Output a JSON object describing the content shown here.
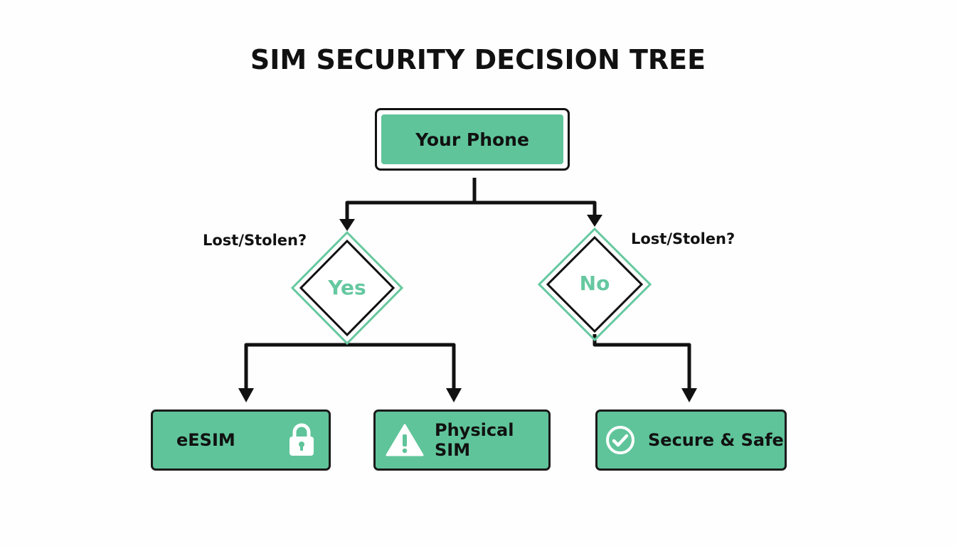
{
  "title": "SIM SECURITY DECISION TREE",
  "colors": {
    "accent_green": "#5fc49a",
    "diamond_green": "#66c8a0",
    "line": "#111111",
    "icon": "#ffffff"
  },
  "root": {
    "label": "Your Phone"
  },
  "decisions": [
    {
      "question": "Lost/Stolen?",
      "answer": "Yes"
    },
    {
      "question": "Lost/Stolen?",
      "answer": "No"
    }
  ],
  "leaves": [
    {
      "label": "eESIM",
      "icon": "lock-icon"
    },
    {
      "label": "Physical SIM",
      "icon": "warning-icon"
    },
    {
      "label": "Secure & Safe",
      "icon": "check-circle-icon"
    }
  ]
}
